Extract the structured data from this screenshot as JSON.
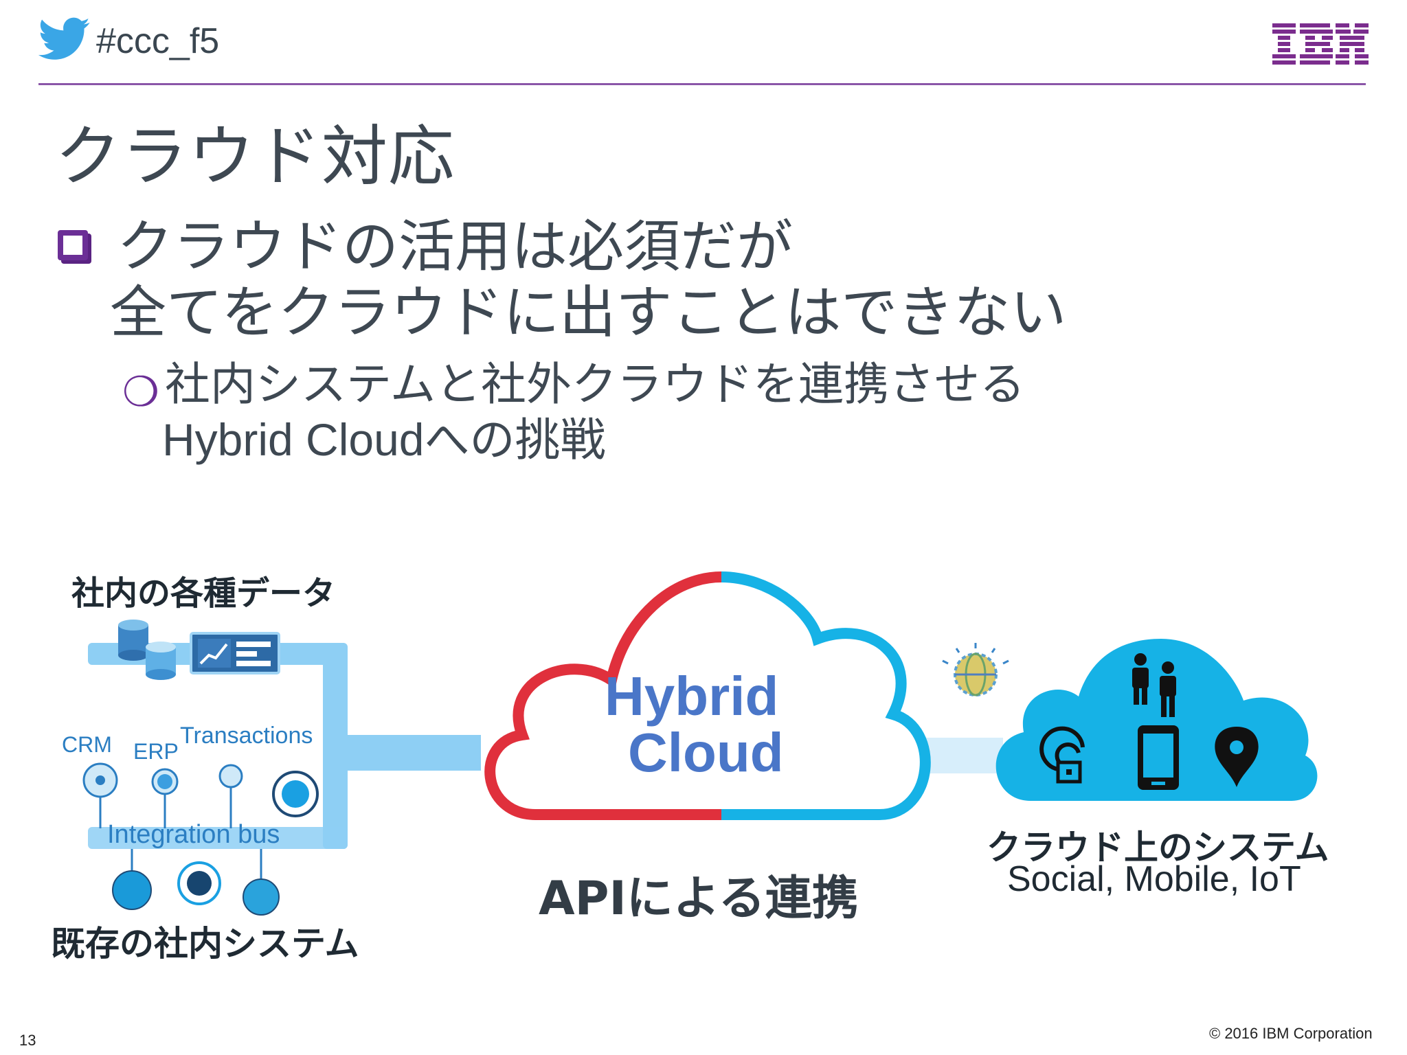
{
  "header": {
    "hashtag": "#ccc_f5",
    "logo_text": "IBM",
    "colors": {
      "twitter": "#3aa6e6",
      "rule": "#8a55a8",
      "ibm_logo": "#7b2d8e"
    }
  },
  "title": "クラウド対応",
  "bullet": {
    "line1": "クラウドの活用は必須だが",
    "line2": "全てをクラウドに出すことはできない",
    "sub_line1": "社内システムと社外クラウドを連携させる",
    "sub_line2": "Hybrid Cloudへの挑戦"
  },
  "diagram": {
    "left_top_label": "社内の各種データ",
    "crm": "CRM",
    "erp": "ERP",
    "transactions": "Transactions",
    "integration_bus": "Integration bus",
    "left_bottom_label": "既存の社内システム",
    "cloud_line1": "Hybrid",
    "cloud_line2": "Cloud",
    "api_label": "APIによる連携",
    "right_label": "クラウド上のシステム",
    "right_sub": "Social, Mobile, IoT",
    "colors": {
      "red": "#e0303c",
      "cyan": "#16b2e6",
      "cloud_text": "#4a76c8",
      "pipe": "#8ecff4"
    }
  },
  "footer": {
    "page_number": "13",
    "copyright": "© 2016 IBM Corporation"
  }
}
